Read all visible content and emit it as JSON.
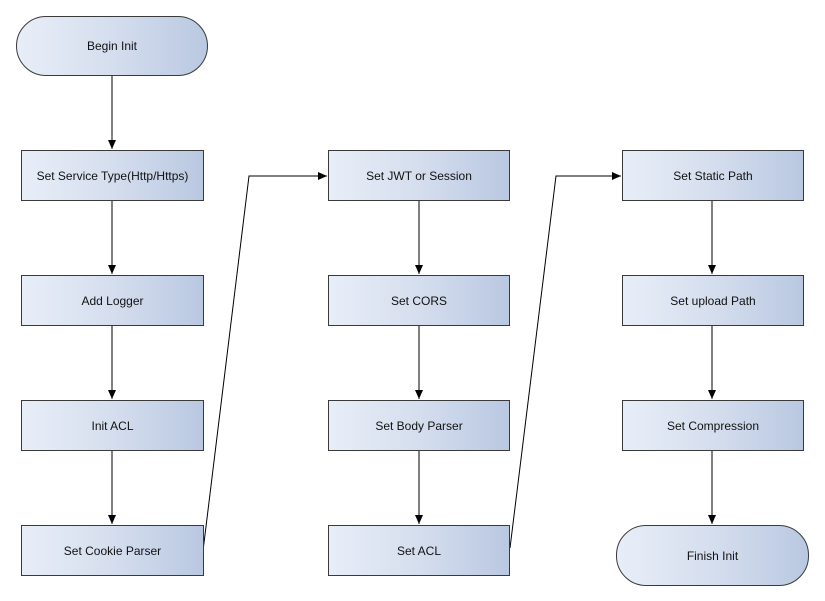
{
  "colors": {
    "node_fill_start": "#e8eef8",
    "node_fill_end": "#b9c8e1",
    "node_border": "#3a3a3a",
    "connector": "#000000"
  },
  "nodes": {
    "begin": "Begin Init",
    "service_type": "Set Service Type(Http/Https)",
    "add_logger": "Add Logger",
    "init_acl": "Init ACL",
    "cookie_parser": "Set Cookie Parser",
    "jwt_session": "Set JWT or Session",
    "cors": "Set CORS",
    "body_parser": "Set Body Parser",
    "set_acl": "Set ACL",
    "static_path": "Set Static Path",
    "upload_path": "Set upload Path",
    "compression": "Set Compression",
    "finish": "Finish Init"
  }
}
